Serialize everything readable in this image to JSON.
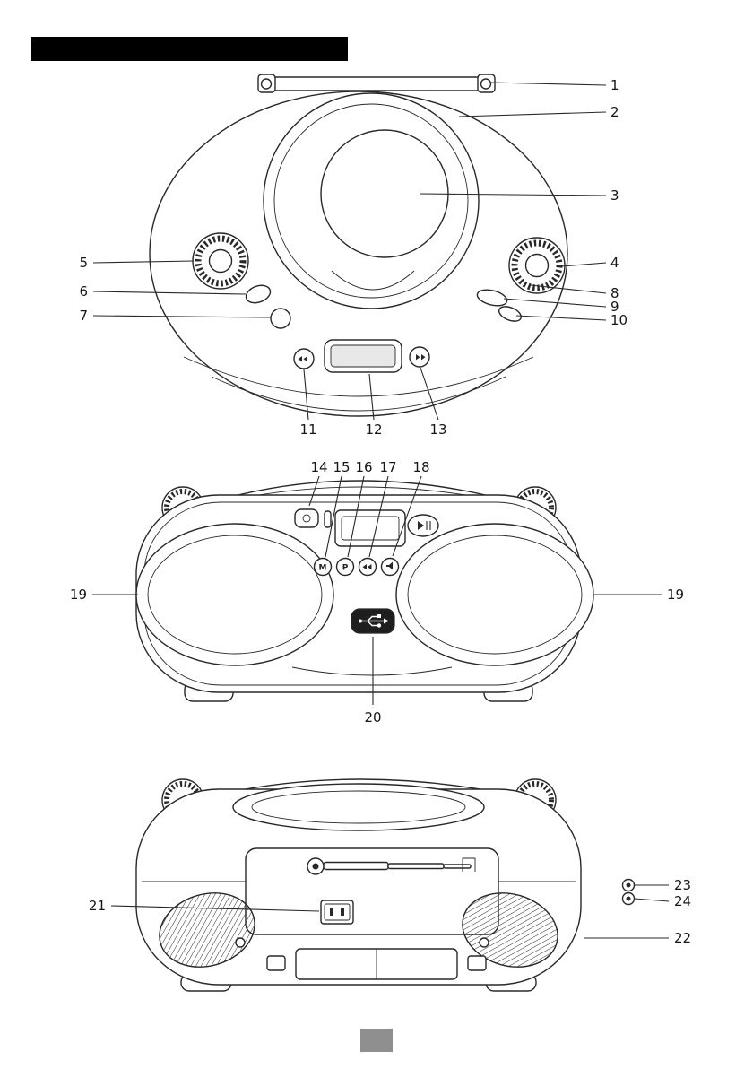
{
  "callouts": {
    "n1": "1",
    "n2": "2",
    "n3": "3",
    "n4": "4",
    "n5": "5",
    "n6": "6",
    "n7": "7",
    "n8": "8",
    "n9": "9",
    "n10": "10",
    "n11": "11",
    "n12": "12",
    "n13": "13",
    "n14": "14",
    "n15": "15",
    "n16": "16",
    "n17": "17",
    "n18": "18",
    "n19": "19",
    "n20": "20",
    "n21": "21",
    "n22": "22",
    "n23": "23",
    "n24": "24"
  },
  "glyphs": {
    "memory": "M",
    "program": "P"
  }
}
